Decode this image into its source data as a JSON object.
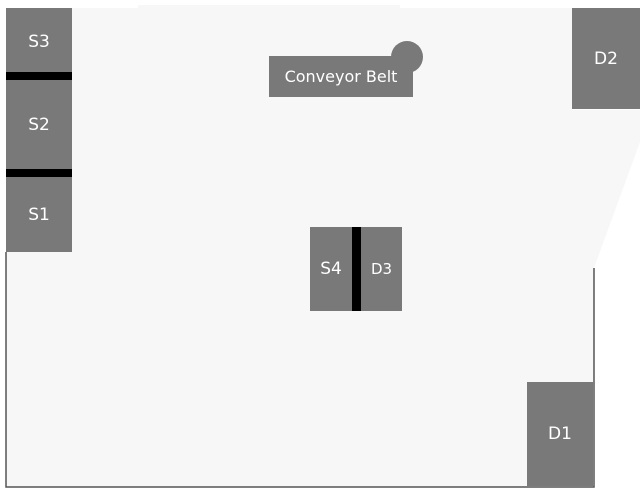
{
  "colors": {
    "floor": "#f7f7f7",
    "station": "#797979",
    "wall": "#000000"
  },
  "stations": {
    "s1": "S1",
    "s2": "S2",
    "s3": "S3",
    "s4": "S4",
    "d1": "D1",
    "d2": "D2",
    "d3": "D3"
  },
  "conveyor": {
    "label": "Conveyor Belt"
  }
}
